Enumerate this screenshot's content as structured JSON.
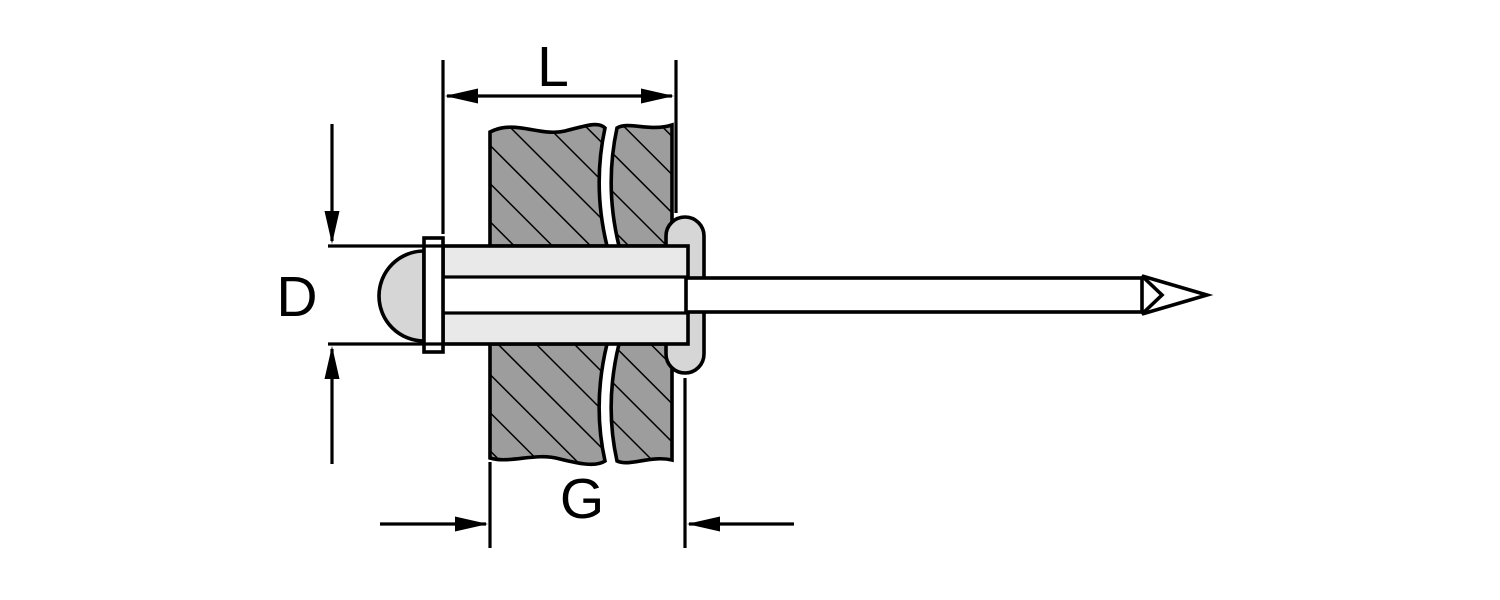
{
  "diagram": {
    "labels": {
      "length": "L",
      "diameter": "D",
      "grip": "G"
    },
    "colors": {
      "background": "#ffffff",
      "outline": "#000000",
      "plate_fill": "#9d9d9d",
      "rivet_fill": "#e9e9e9",
      "head_fill": "#d6d6d6",
      "mandrel_fill": "#ffffff"
    }
  }
}
